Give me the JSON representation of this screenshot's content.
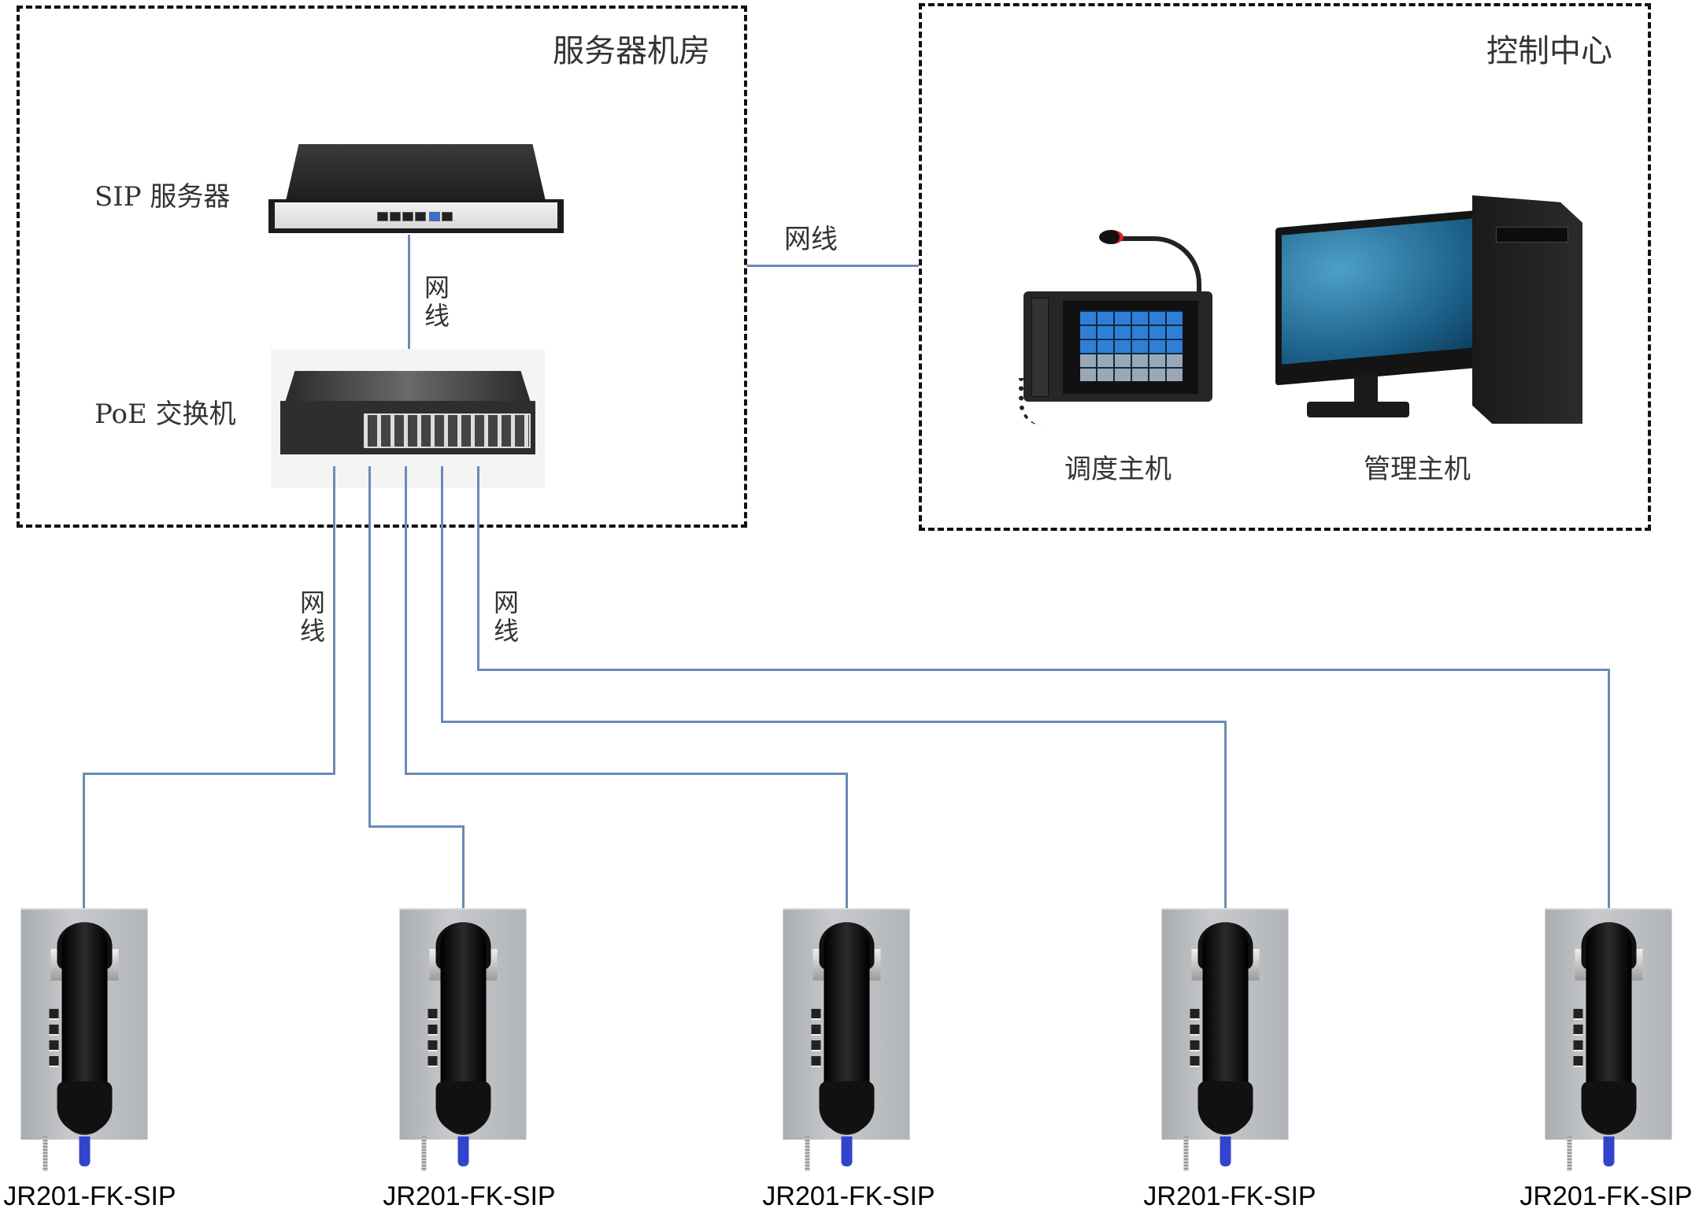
{
  "zones": {
    "server_room": {
      "title": "服务器机房"
    },
    "control_center": {
      "title": "控制中心"
    }
  },
  "devices": {
    "sip_server": {
      "label": "SIP 服务器"
    },
    "poe_switch": {
      "label": "PoE 交换机"
    },
    "dispatcher": {
      "label": "调度主机"
    },
    "management_pc": {
      "label": "管理主机"
    }
  },
  "connections": {
    "server_to_switch": "网线",
    "room_to_control": "网线",
    "switch_to_phones_left": "网线",
    "switch_to_phones_right": "网线"
  },
  "phones": [
    {
      "model": "JR201-FK-SIP"
    },
    {
      "model": "JR201-FK-SIP"
    },
    {
      "model": "JR201-FK-SIP"
    },
    {
      "model": "JR201-FK-SIP"
    },
    {
      "model": "JR201-FK-SIP"
    }
  ],
  "colors": {
    "cable": "#6a8bb5",
    "zone_border": "#111111"
  }
}
